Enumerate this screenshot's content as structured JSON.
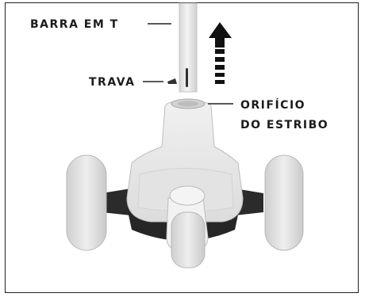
{
  "labels": {
    "t_bar": "BARRA EM T",
    "lock": "TRAVA",
    "step_hole_line1": "ORIFÍCIO",
    "step_hole_line2": "DO ESTRIBO"
  },
  "colors": {
    "body": "#e9e9e9",
    "shadow": "#c8c8c8",
    "dark": "#2b2b2b",
    "arrow": "#111111"
  }
}
